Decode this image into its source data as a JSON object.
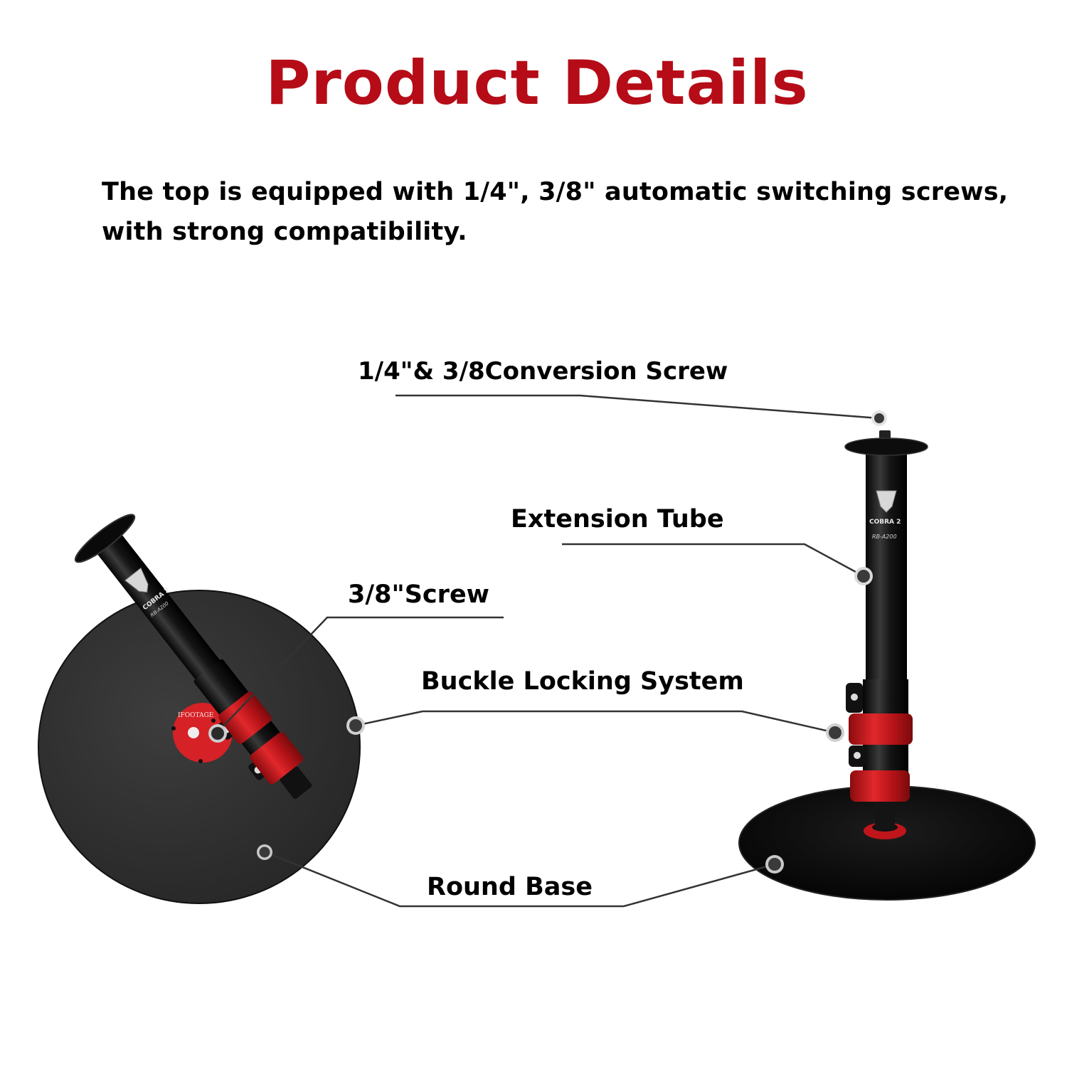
{
  "header": {
    "title": "Product Details",
    "title_color": "#b50c17"
  },
  "description": {
    "line1": "The top is equipped with 1/4\", 3/8\" automatic switching screws,",
    "line2": "with strong compatibility."
  },
  "callouts": {
    "conversion_screw": "1/4\"& 3/8Conversion Screw",
    "extension_tube": "Extension Tube",
    "screw_38": "3/8\"Screw",
    "buckle_locking": "Buckle Locking System",
    "round_base": "Round Base"
  },
  "product": {
    "brand": "IFOOTAGE",
    "model_name": "COBRA 2",
    "model_code": "RB-A200",
    "accent_color": "#d41a1f",
    "body_color": "#111111"
  }
}
